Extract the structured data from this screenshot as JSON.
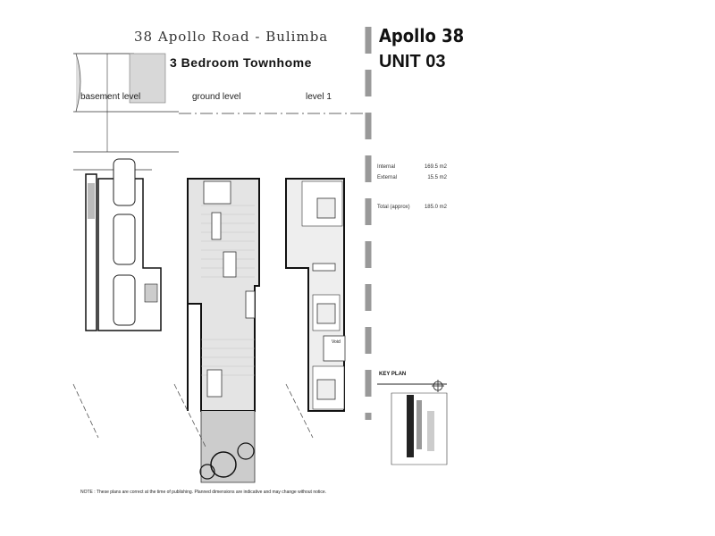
{
  "header": {
    "address": "38 Apollo Road - Bulimba",
    "type": "3 Bedroom Townhome",
    "brand": "Apollo 38",
    "unit": "UNIT   03"
  },
  "levels": {
    "basement": "basement level",
    "ground": "ground level",
    "level1": "level 1"
  },
  "areas": {
    "internal_label": "Internal",
    "internal_value": "169.5 m2",
    "external_label": "External",
    "external_value": "15.5 m2",
    "total_label": "Total (approx)",
    "total_value": "185.0 m2"
  },
  "void_label": "Void",
  "key_plan": "KEY PLAN",
  "note": "NOTE : These plans are correct at the time of publishing. Planned dimensions are indicative and may change without notice."
}
